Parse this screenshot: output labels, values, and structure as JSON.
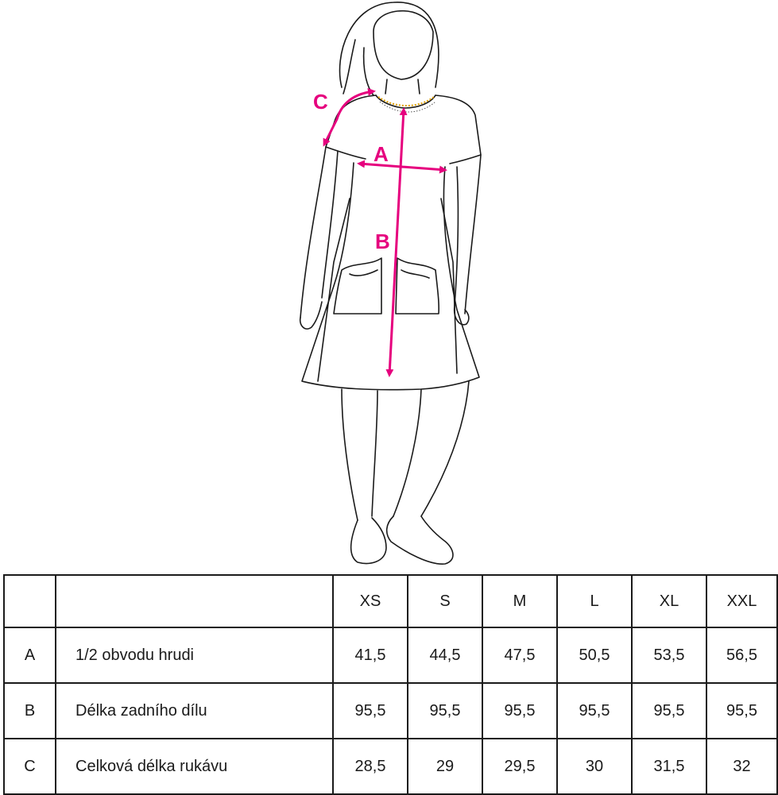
{
  "figure": {
    "accent_color": "#e6007e",
    "markers": {
      "a": "A",
      "b": "B",
      "c": "C"
    }
  },
  "size_table": {
    "sizes": [
      "XS",
      "S",
      "M",
      "L",
      "XL",
      "XXL"
    ],
    "rows": [
      {
        "key": "A",
        "label": "1/2 obvodu hrudi",
        "values": [
          "41,5",
          "44,5",
          "47,5",
          "50,5",
          "53,5",
          "56,5"
        ]
      },
      {
        "key": "B",
        "label": "Délka zadního dílu",
        "values": [
          "95,5",
          "95,5",
          "95,5",
          "95,5",
          "95,5",
          "95,5"
        ]
      },
      {
        "key": "C",
        "label": "Celková délka rukávu",
        "values": [
          "28,5",
          "29",
          "29,5",
          "30",
          "31,5",
          "32"
        ]
      }
    ]
  }
}
